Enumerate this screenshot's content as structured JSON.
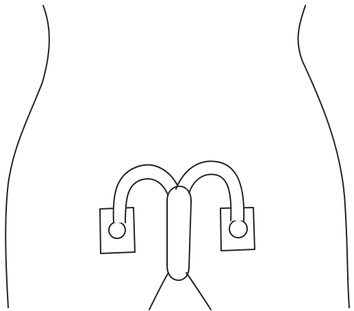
{
  "figure": {
    "style": "pencil line sketch",
    "ink_color": "#222222",
    "background_color": "#ffffff"
  },
  "parts": {
    "body_outline": {
      "icon": "torso-outline"
    },
    "left_patch": {
      "icon": "square-pad",
      "shaded": false
    },
    "right_patch": {
      "icon": "square-pad",
      "shaded": true
    },
    "center_bar": {
      "icon": "hatched-capsule",
      "shaded": true
    },
    "left_loop": {
      "icon": "arched-tube"
    },
    "right_loop": {
      "icon": "arched-tube"
    }
  }
}
